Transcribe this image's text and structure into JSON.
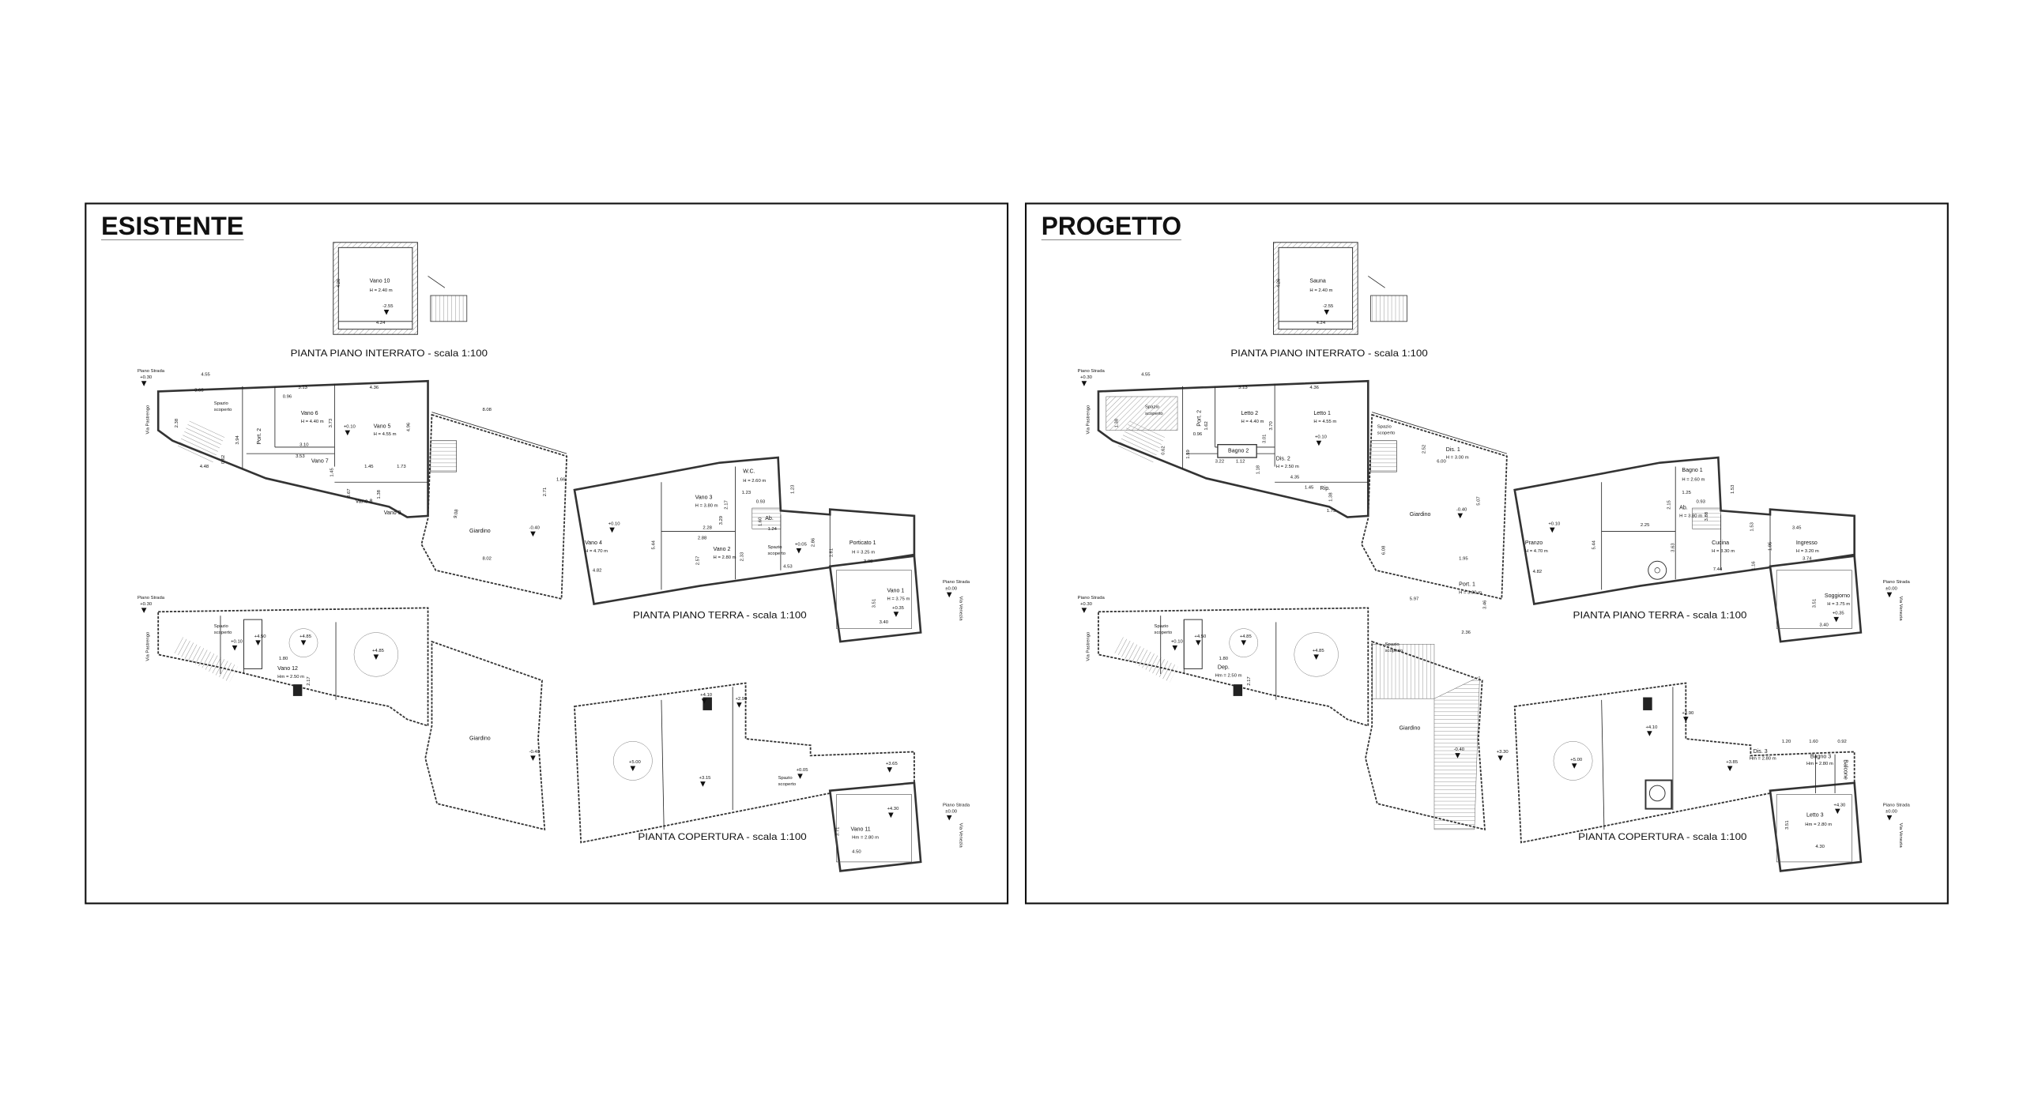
{
  "panels": [
    {
      "title": "ESISTENTE",
      "interrato": {
        "caption": "PIANTA PIANO INTERRATO -  scala 1:100",
        "labels": [
          "Vano 10",
          "H = 2.40 m",
          "-2.55",
          "4.24",
          "4.26"
        ]
      },
      "terra": {
        "caption": "PIANTA PIANO TERRA -  scala 1:100",
        "labels": [
          "Piano Strada",
          "+0.30",
          "4.55",
          "3.65",
          "Spazio",
          "scoperto",
          "2.38",
          "0.96",
          "3.13",
          "4.36",
          "Vano 6",
          "H = 4.40 m",
          "3.73",
          "+0.10",
          "Vano 5",
          "H = 4.55 m",
          "4.96",
          "Port. 2",
          "3.94",
          "3.10",
          "0.62",
          "3.53",
          "Vano 7",
          "1.45",
          "1.45",
          "1.73",
          "4.48",
          "Via Pastrengo",
          "0.67",
          "1.38",
          "Vano 8",
          "Vano 9",
          "8.08",
          "9.08",
          "Giardino",
          "-0.40",
          "8.02",
          "2.71",
          "1.66",
          "W.C.",
          "H = 2.60 m",
          "1.23",
          "1.23",
          "2.17",
          "0.93",
          "Vano 3",
          "H = 3.80 m",
          "3.29",
          "Ab.",
          "1.60",
          "1.24",
          "+0.10",
          "5.44",
          "2.28",
          "2.88",
          "Vano 4",
          "H = 4.70 m",
          "Vano 2",
          "H = 2.80 m",
          "2.57",
          "2.33",
          "Spazio",
          "scoperto",
          "+0.05",
          "2.86",
          "Porticato 1",
          "H = 3.25 m",
          "1.81",
          "3.00",
          "4.53",
          "4.82",
          "Vano 1",
          "H = 3.75 m",
          "+0.35",
          "3.51",
          "3.40",
          "Piano Strada",
          "±0.00",
          "Via Venezia"
        ]
      },
      "copertura": {
        "caption": "PIANTA COPERTURA -  scala 1:100",
        "labels": [
          "Piano Strada",
          "+0.30",
          "Via Pastrengo",
          "Spazio",
          "scoperto",
          "+0.10",
          "+4.50",
          "+4.85",
          "+4.85",
          "1.80",
          "Vano 12",
          "Hm = 2.50 m",
          "2.17",
          "Giardino",
          "-0.40",
          "+5.00",
          "+4.10",
          "+2.90",
          "+3.15",
          "+0.05",
          "Spazio",
          "scoperto",
          "+3.65",
          "+4.30",
          "Vano 11",
          "Hm = 2.80 m",
          "3.71",
          "4.50",
          "Piano Strada",
          "±0.00",
          "Via Venezia"
        ]
      }
    },
    {
      "title": "PROGETTO",
      "interrato": {
        "caption": "PIANTA PIANO INTERRATO -  scala 1:100",
        "labels": [
          "Sauna",
          "H = 2.40 m",
          "-2.55",
          "4.24",
          "4.26"
        ]
      },
      "terra": {
        "caption": "PIANTA PIANO TERRA -  scala 1:100",
        "labels": [
          "Piano Strada",
          "+0.30",
          "4.55",
          "Spazio",
          "scoperto",
          "1.38",
          "Port. 2",
          "0.96",
          "1.62",
          "3.13",
          "4.36",
          "3.01",
          "Letto 2",
          "H = 4.40 m",
          "3.70",
          "Letto 1",
          "H = 4.55 m",
          "+0.10",
          "Spazio",
          "scoperto",
          "Bagno 2",
          "1.59",
          "3.22",
          "1.12",
          "Dis. 2",
          "H = 2.50 m",
          "1.18",
          "4.35",
          "0.62",
          "Via Pastrengo",
          "2.52",
          "Dis. 1",
          "H = 3.00 m",
          "6.00",
          "1.45",
          "Rip.",
          "1.38",
          "1.73",
          "5.07",
          "Giardino",
          "-0.40",
          "6.08",
          "1.95",
          "5.97",
          "Port. 1",
          "H = 3.00 m",
          "3.46",
          "2.36",
          "Bagno 1",
          "H = 2.60 m",
          "1.25",
          "1.53",
          "2.15",
          "0.93",
          "Ab.",
          "H = 3.80 m",
          "3.88",
          "+0.10",
          "5.44",
          "2.25",
          "Pranzo",
          "H = 4.70 m",
          "3.63",
          "Cucina",
          "H = 3.30 m",
          "1.53",
          "3.45",
          "Ingresso",
          "H = 3.20 m",
          "1.95",
          "1.16",
          "3.74",
          "7.44",
          "4.82",
          "Soggiorno",
          "H = 3.75 m",
          "+0.35",
          "3.51",
          "3.40",
          "Piano Strada",
          "±0.00",
          "Via Venezia"
        ]
      },
      "copertura": {
        "caption": "PIANTA COPERTURA -  scala 1:100",
        "labels": [
          "Piano Strada",
          "+0.30",
          "Via Pastrengo",
          "Spazio",
          "scoperto",
          "+0.10",
          "+4.50",
          "+4.85",
          "+4.85",
          "1.80",
          "Dep.",
          "Hm = 2.50 m",
          "2.17",
          "Spazio",
          "scoperto",
          "Giardino",
          "-0.40",
          "+3.30",
          "+5.00",
          "+4.10",
          "+2.90",
          "+3.85",
          "Dis. 3",
          "Hm = 2.80 m",
          "Bagno 3",
          "Hm = 2.80 m",
          "Balcone",
          "1.20",
          "1.60",
          "0.92",
          "+4.30",
          "Letto 3",
          "Hm = 2.80 m",
          "3.51",
          "4.30",
          "Piano Strada",
          "±0.00",
          "Via Venezia"
        ]
      }
    }
  ]
}
